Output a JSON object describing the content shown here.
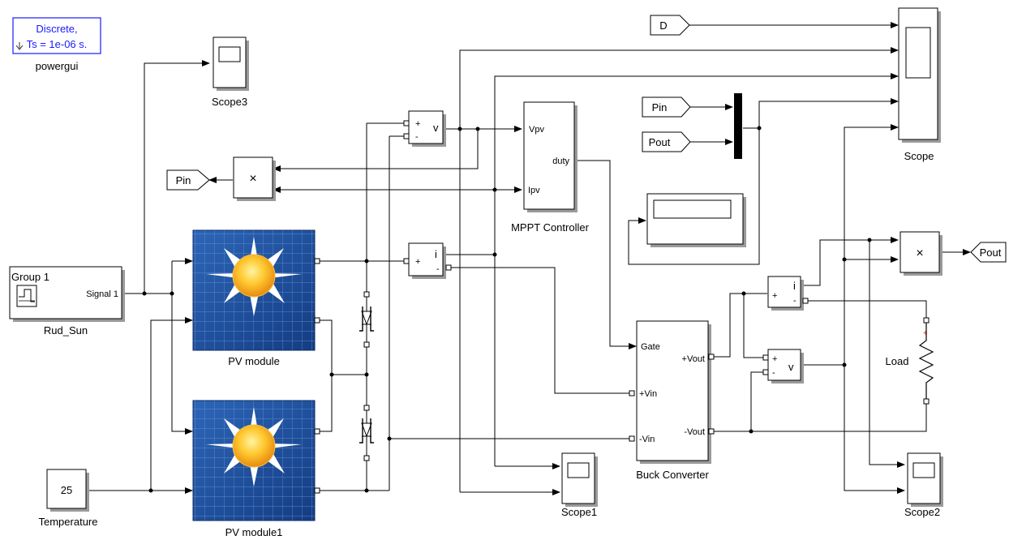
{
  "powergui": {
    "line1": "Discrete,",
    "line2": "Ts = 1e-06 s.",
    "name": "powergui"
  },
  "scopes": {
    "scope3": "Scope3",
    "scope": "Scope",
    "scope1": "Scope1",
    "scope2": "Scope2"
  },
  "sun_source": {
    "header": "Group 1",
    "port": "Signal 1",
    "name": "Rud_Sun"
  },
  "temperature": {
    "value": "25",
    "name": "Temperature"
  },
  "pv": {
    "top": "PV module",
    "bottom": "PV module1"
  },
  "mppt": {
    "in_v": "Vpv",
    "in_i": "Ipv",
    "out": "duty",
    "name": "MPPT Controller"
  },
  "buck": {
    "gate": "Gate",
    "vin_p": "+Vin",
    "vin_n": "-Vin",
    "vout_p": "+Vout",
    "vout_n": "-Vout",
    "name": "Buck Converter"
  },
  "tags": {
    "d": "D",
    "pin_goto": "Pin",
    "pin_from": "Pin",
    "pout_from": "Pout",
    "pout_goto": "Pout"
  },
  "product": {
    "symbol": "×"
  },
  "sensors": {
    "plus": "+",
    "minus": "-",
    "v": "v",
    "i": "i"
  },
  "load": {
    "name": "Load"
  },
  "colors": {
    "accent_blue": "#1a1aff",
    "panel_blue": "#1d4d9c",
    "sun_orange": "#f0a020",
    "shadow": "#9a9a9a"
  }
}
